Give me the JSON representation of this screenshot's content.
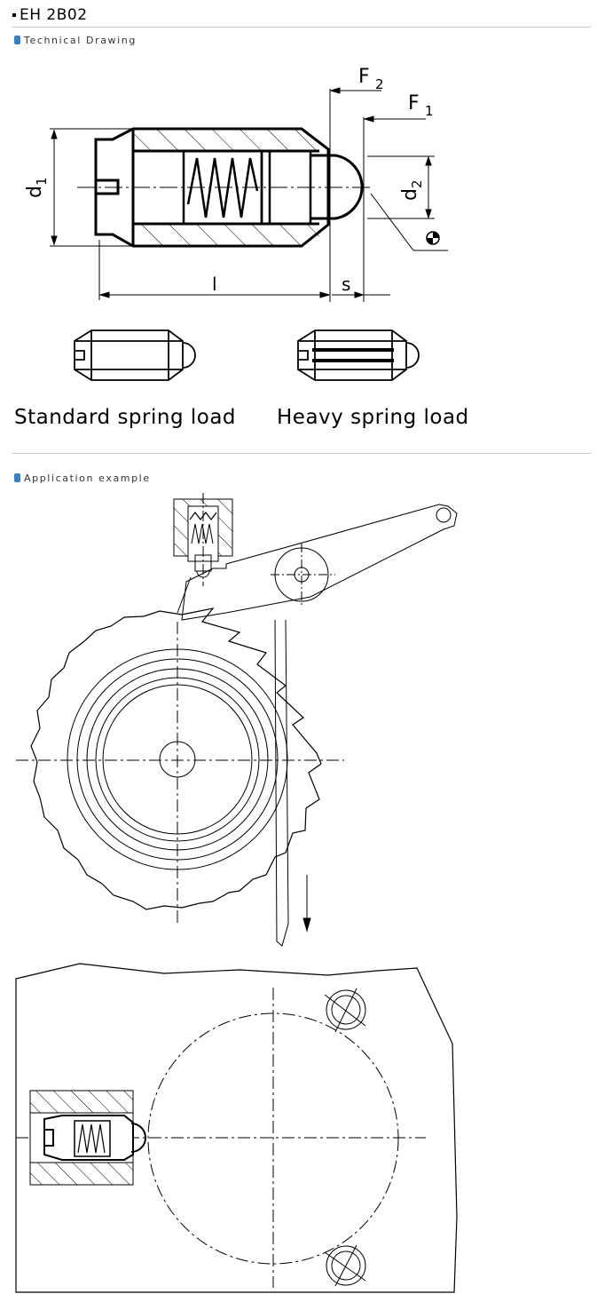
{
  "header": {
    "title": "EH 2B02"
  },
  "sections": {
    "technical": "Technical Drawing",
    "application": "Application example"
  },
  "drawing": {
    "labels": {
      "F2": "F",
      "F2_sub": "2",
      "F1": "F",
      "F1_sub": "1",
      "d1": "d",
      "d1_sub": "1",
      "d2": "d",
      "d2_sub": "2",
      "l": "l",
      "s": "s"
    },
    "captions": {
      "standard": "Standard spring load",
      "heavy": "Heavy spring load"
    }
  }
}
